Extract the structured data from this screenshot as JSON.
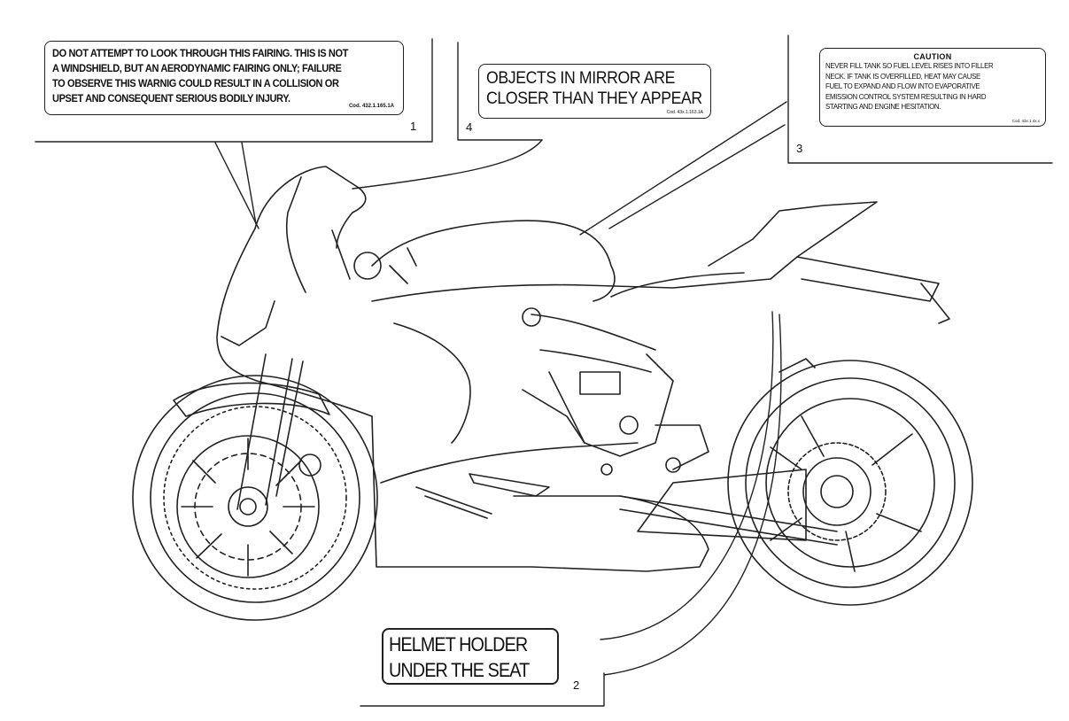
{
  "labels": {
    "fairing": {
      "number": "1",
      "lines": [
        "DO NOT ATTEMPT TO LOOK THROUGH THIS FAIRING. THIS IS NOT",
        "A WINDSHIELD, BUT AN AERODYNAMIC FAIRING ONLY; FAILURE",
        "TO OBSERVE THIS WARNIG COULD RESULT IN A COLLISION OR",
        "UPSET AND CONSEQUENT SERIOUS BODILY INJURY."
      ],
      "code": "Cod. 432.1.165.1A"
    },
    "helmet": {
      "number": "2",
      "lines": [
        "HELMET HOLDER",
        "UNDER THE SEAT"
      ]
    },
    "fuel": {
      "number": "3",
      "heading": "CAUTION",
      "lines": [
        "NEVER FILL TANK SO FUEL LEVEL RISES INTO FILLER",
        "NECK. IF TANK IS OVERFILLED, HEAT MAY CAUSE",
        "FUEL TO EXPAND AND FLOW INTO EVAPORATIVE",
        "EMISSION CONTROL SYSTEM RESULTING IN HARD",
        "STARTING AND ENGINE HESITATION."
      ],
      "code": "Cod. 43x.1.4x.x"
    },
    "mirror": {
      "number": "4",
      "lines": [
        "OBJECTS IN MIRROR ARE",
        "CLOSER THAN THEY APPEAR"
      ],
      "code": "Cod. 43x.1.163.1A"
    }
  },
  "colors": {
    "line": "#222222",
    "background": "#ffffff"
  }
}
